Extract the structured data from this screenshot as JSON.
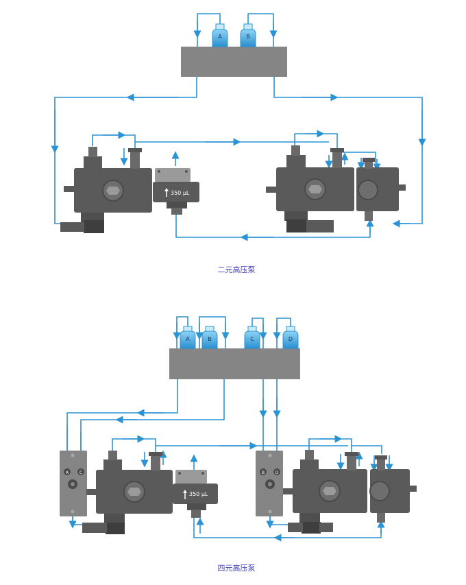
{
  "binary": {
    "caption": "二元高压泵",
    "bottle_a": "A",
    "bottle_b": "B",
    "volume_label": "350 µL"
  },
  "quaternary": {
    "caption": "四元高压泵",
    "bottle_a": "A",
    "bottle_b": "B",
    "bottle_c": "C",
    "bottle_d": "D",
    "valve_a": "A",
    "valve_c": "C",
    "valve_b": "B",
    "valve_d": "D",
    "volume_label": "350 µL"
  },
  "colors": {
    "flow_line": "#2b93d4",
    "pump_body": "#5a5a5a",
    "degasser": "#858585",
    "solvent": "#3aa0dc"
  }
}
